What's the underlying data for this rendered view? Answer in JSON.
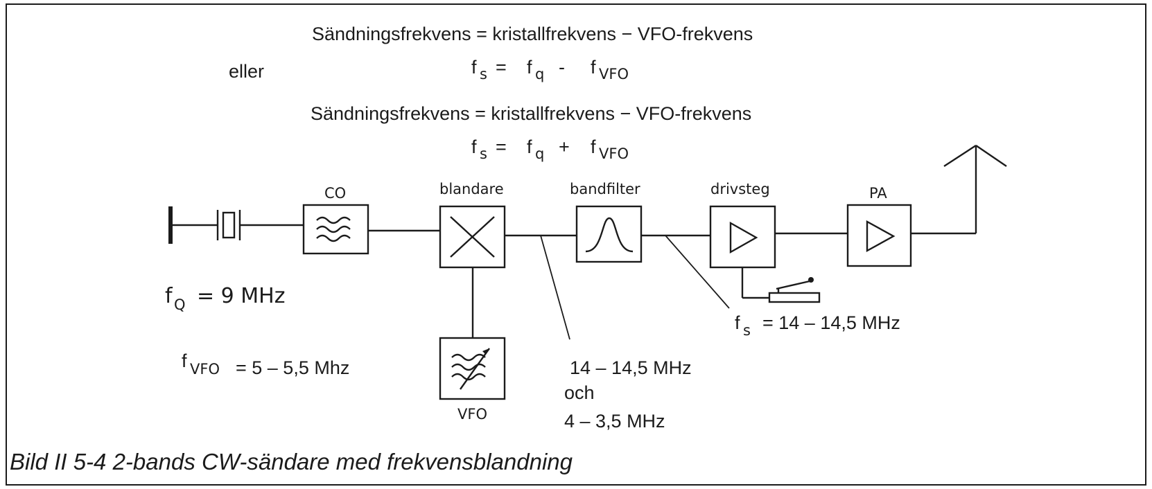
{
  "equations": {
    "line1": "Sändningsfrekvens = kristallfrekvens − VFO-frekvens",
    "eller": "eller",
    "line2_fs": "f",
    "line2_fs_sub": "s",
    "line2_eq": "=",
    "line2_fq": "f",
    "line2_fq_sub": "q",
    "line2_op": "-",
    "line2_fvfo": "f",
    "line2_fvfo_sub": "VFO",
    "line3": "Sändningsfrekvens = kristallfrekvens − VFO-frekvens",
    "line4_fs": "f",
    "line4_fs_sub": "s",
    "line4_eq": "=",
    "line4_fq": "f",
    "line4_fq_sub": "q",
    "line4_op": "+",
    "line4_fvfo": "f",
    "line4_fvfo_sub": "VFO"
  },
  "blocks": {
    "co": "CO",
    "mixer": "blandare",
    "bandfilter": "bandfilter",
    "driver": "drivsteg",
    "pa": "PA",
    "vfo": "VFO"
  },
  "labels": {
    "fq_sym": "f",
    "fq_sub": "Q",
    "fq_value": "=  9 MHz",
    "fvfo_sym": "f",
    "fvfo_sub": "VFO",
    "fvfo_value": "= 5 – 5,5 Mhz",
    "mix_out_1": "14 – 14,5 MHz",
    "mix_out_och": "och",
    "mix_out_2": "4 – 3,5 MHz",
    "fs_sym": "f",
    "fs_sub": "s",
    "fs_value": "= 14 – 14,5 MHz"
  },
  "caption": "Bild II 5-4  2-bands CW-sändare med frekvensblandning"
}
